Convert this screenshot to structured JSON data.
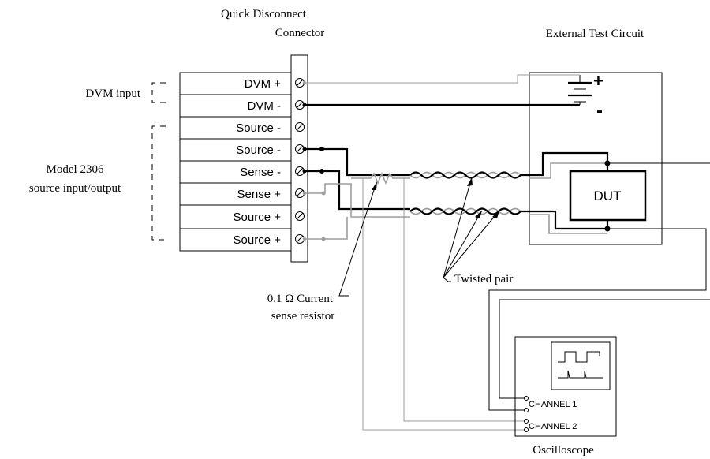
{
  "connector_title": [
    "Quick Disconnect",
    "Connector"
  ],
  "external_circuit_title": "External Test Circuit",
  "dvm_input_label": "DVM input",
  "model_label": [
    "Model 2306",
    "source input/output"
  ],
  "terminals": [
    "DVM +",
    "DVM -",
    "Source -",
    "Source -",
    "Sense -",
    "Sense +",
    "Source +",
    "Source +"
  ],
  "battery_plus": "+",
  "battery_minus": "-",
  "dut_label": "DUT",
  "twisted_pair_label": "Twisted pair",
  "resistor_label": [
    "0.1 Ω Current",
    "sense resistor"
  ],
  "oscilloscope_label": "Oscilloscope",
  "channels": [
    "CHANNEL 1",
    "CHANNEL 2"
  ],
  "colors": {
    "wire": "#000000",
    "sense_wire": "#9e9e9e",
    "background": "#ffffff"
  }
}
